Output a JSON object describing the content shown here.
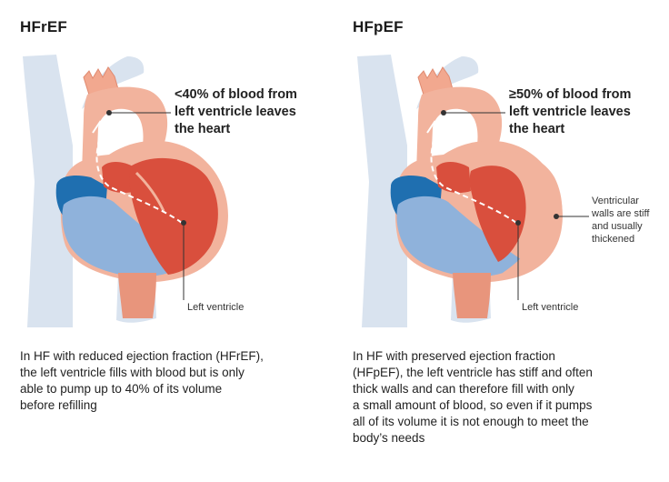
{
  "panels": {
    "hfref": {
      "heading": "HFrEF",
      "callout_lines": [
        "<40% of blood from",
        "left ventricle leaves",
        "the heart"
      ],
      "lv_label": "Left ventricle",
      "caption_lines": [
        "In HF with reduced ejection fraction (HFrEF),",
        "the left ventricle fills with blood but is only",
        "able to pump up to 40% of its volume",
        "before refilling"
      ]
    },
    "hfpef": {
      "heading": "HFpEF",
      "callout_lines": [
        "≥50% of blood from",
        "left ventricle leaves",
        "the heart"
      ],
      "lv_label": "Left ventricle",
      "walls_lines": [
        "Ventricular",
        "walls are stiff",
        "and usually",
        "thickened"
      ],
      "caption_lines": [
        "In HF with preserved ejection fraction",
        "(HFpEF), the left ventricle has stiff and often",
        "thick walls and can therefore fill with only",
        "a small amount of blood, so even if it pumps",
        "all of its volume it is not enough to meet the",
        "body’s needs"
      ]
    }
  },
  "colors": {
    "vessel": "#d9e3ef",
    "tissue": "#f2b39d",
    "tissue_dark": "#e8957c",
    "chamber": "#d94f3d",
    "chamber_light": "#e86a55",
    "atrium_blue": "#1f6fb0",
    "ventricle_blue": "#8fb2db",
    "line": "#333333"
  }
}
